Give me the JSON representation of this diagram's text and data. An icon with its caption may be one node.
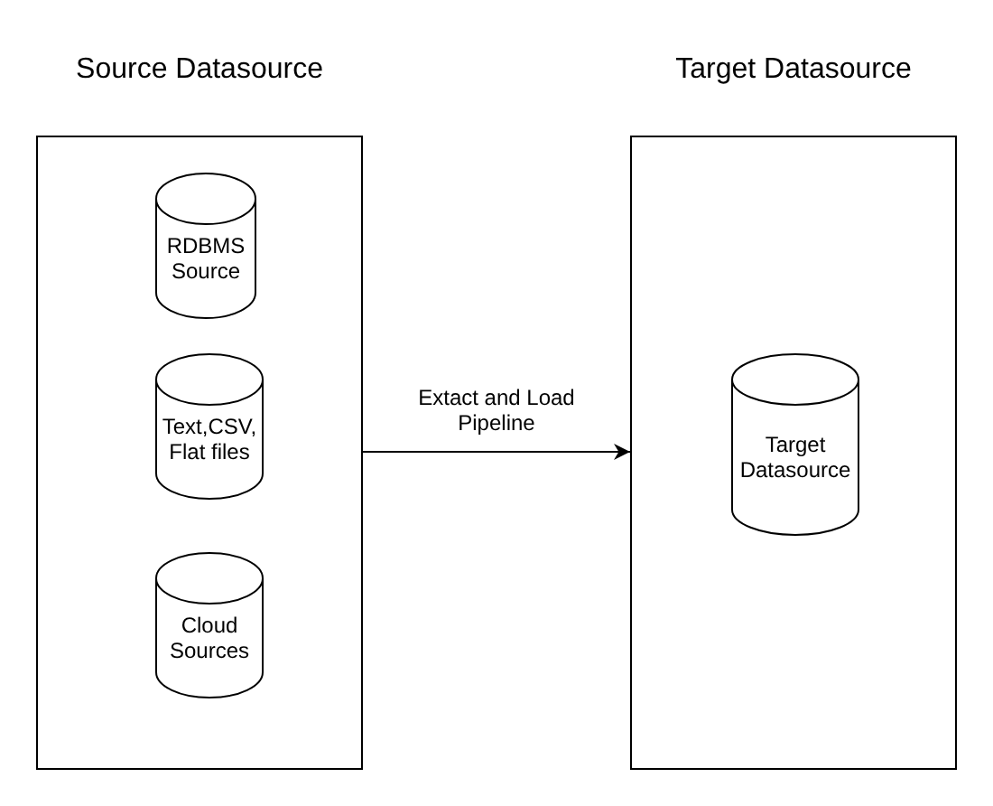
{
  "diagram": {
    "nodes": [
      {
        "text": [
          "Source Datasource"
        ]
      },
      {
        "text": [
          "RDBMS Source"
        ],
        "in": 0
      },
      {
        "text": [
          "Text,CSV, Flat files"
        ],
        "in": 0
      },
      {
        "text": [
          "Cloud Sources"
        ],
        "in": 0
      },
      {
        "text": [
          "Target Datasource"
        ]
      },
      {
        "text": [
          "Target Datasource"
        ],
        "in": 4
      }
    ],
    "edges": [
      {
        "from": 0,
        "to": 4,
        "arrow": "to",
        "label": "Extact and Load Pipeline"
      }
    ]
  }
}
